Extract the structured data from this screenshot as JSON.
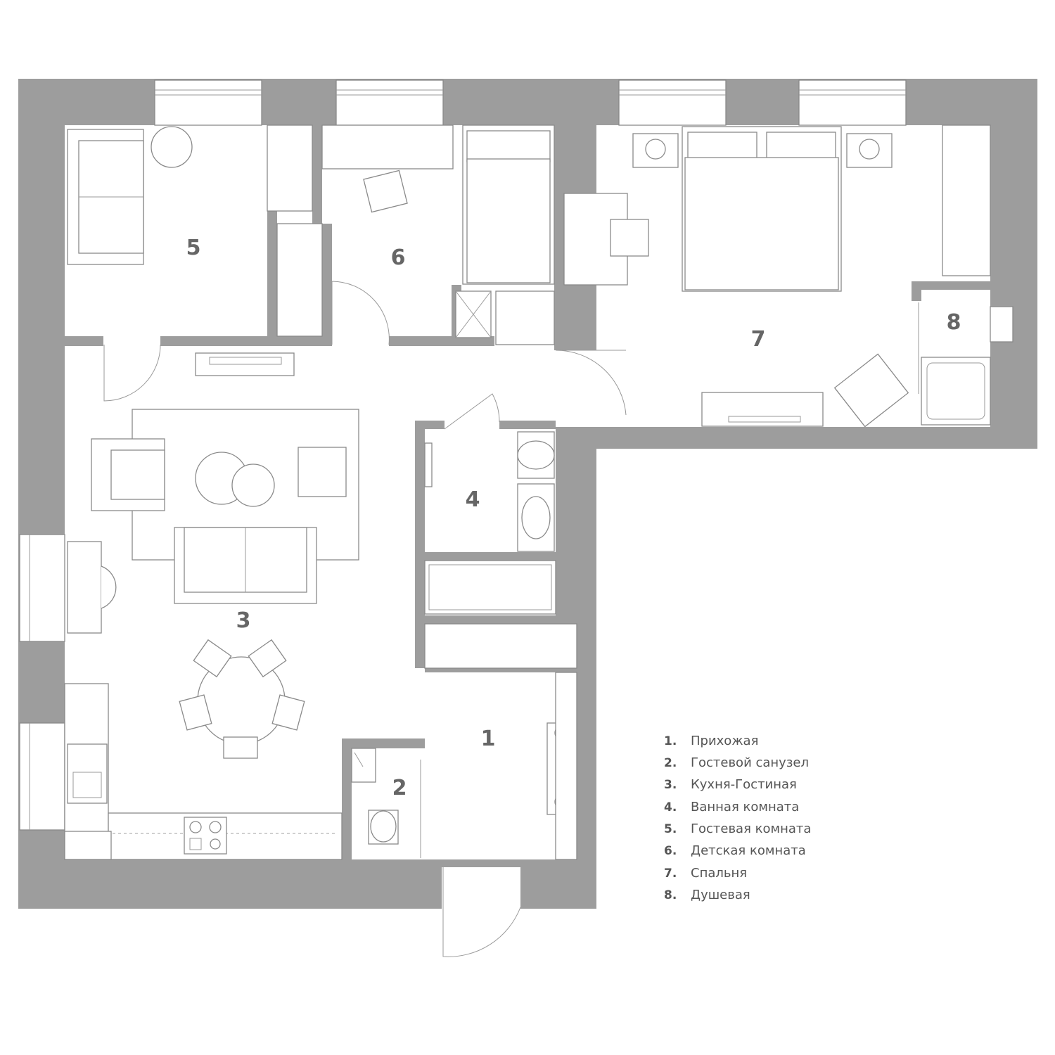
{
  "rooms": [
    {
      "number": "1",
      "name": "Прихожая"
    },
    {
      "number": "2",
      "name": "Гостевой санузел"
    },
    {
      "number": "3",
      "name": "Кухня-Гостиная"
    },
    {
      "number": "4",
      "name": "Ванная комната"
    },
    {
      "number": "5",
      "name": "Гостевая комната"
    },
    {
      "number": "6",
      "name": "Детская комната"
    },
    {
      "number": "7",
      "name": "Спальня"
    },
    {
      "number": "8",
      "name": "Душевая"
    }
  ],
  "legend_numbers": [
    "1.",
    "2.",
    "3.",
    "4.",
    "5.",
    "6.",
    "7.",
    "8."
  ],
  "colors": {
    "wall": "#9d9d9d",
    "line": "#8a8a8a",
    "text": "#555555"
  }
}
